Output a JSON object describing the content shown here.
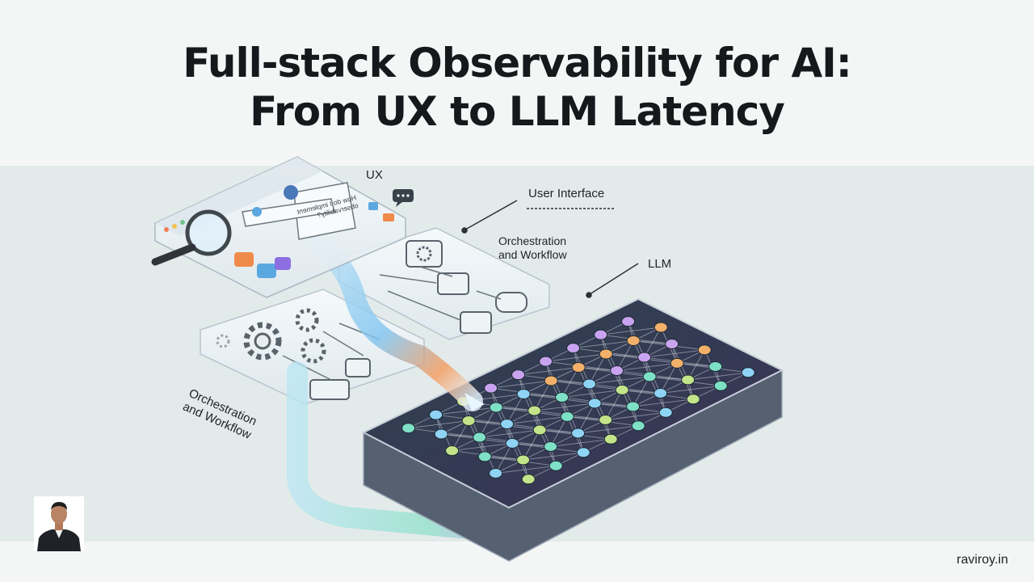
{
  "slide": {
    "title_line1": "Full-stack Observability for AI:",
    "title_line2": "From UX to LLM Latency"
  },
  "labels": {
    "ux": "UX",
    "user_interface": "User Interface",
    "orchestration_top": "Orchestration\nand Workflow",
    "llm": "LLM",
    "orchestration_side": "Orchestration\nand Workflow"
  },
  "chat_bubble": "How do I implement\nobservability?",
  "footer": {
    "site": "raviroy.in"
  },
  "colors": {
    "background": "#f4f6f6",
    "band": "#e3ebea",
    "title": "#15191c",
    "llm_board": "#2f3548",
    "flow_blue": "#6fb4e8",
    "flow_orange": "#f08a4b"
  }
}
